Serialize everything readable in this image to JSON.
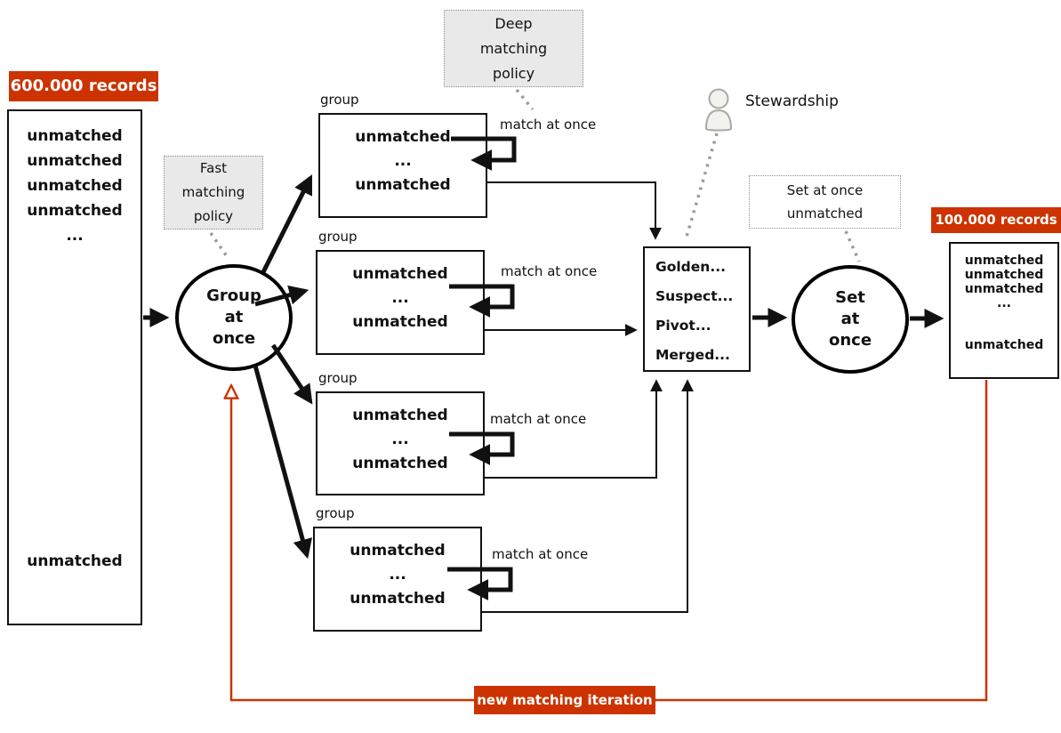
{
  "colors": {
    "accent_red": "#cc3300",
    "policy_note_fill": "#e9e9e9",
    "dotted_connector_gray": "#999999",
    "node_border": "#111111"
  },
  "source": {
    "badge": "600.000 records",
    "rows": [
      "unmatched",
      "unmatched",
      "unmatched",
      "unmatched",
      "..."
    ],
    "last_row": "unmatched"
  },
  "policies": {
    "fast": "Fast matching policy",
    "deep": "Deep matching policy"
  },
  "group_step": {
    "label": "Group at once"
  },
  "groups": [
    {
      "caption": "group",
      "rows": [
        "unmatched",
        "...",
        "unmatched"
      ],
      "action": "match at once"
    },
    {
      "caption": "group",
      "rows": [
        "unmatched",
        "...",
        "unmatched"
      ],
      "action": "match at once"
    },
    {
      "caption": "group",
      "rows": [
        "unmatched",
        "...",
        "unmatched"
      ],
      "action": "match at once"
    },
    {
      "caption": "group",
      "rows": [
        "unmatched",
        "...",
        "unmatched"
      ],
      "action": "match at once"
    }
  ],
  "golden": {
    "rows": [
      "Golden...",
      "Suspect...",
      "Pivot...",
      "Merged..."
    ]
  },
  "stewardship": {
    "label": "Stewardship"
  },
  "set_step": {
    "label": "Set at once",
    "note": "Set at once unmatched"
  },
  "result": {
    "badge": "100.000 records",
    "rows": [
      "unmatched",
      "unmatched",
      "unmatched",
      "..."
    ],
    "last_row": "unmatched"
  },
  "feedback": {
    "label": "new matching iteration"
  }
}
